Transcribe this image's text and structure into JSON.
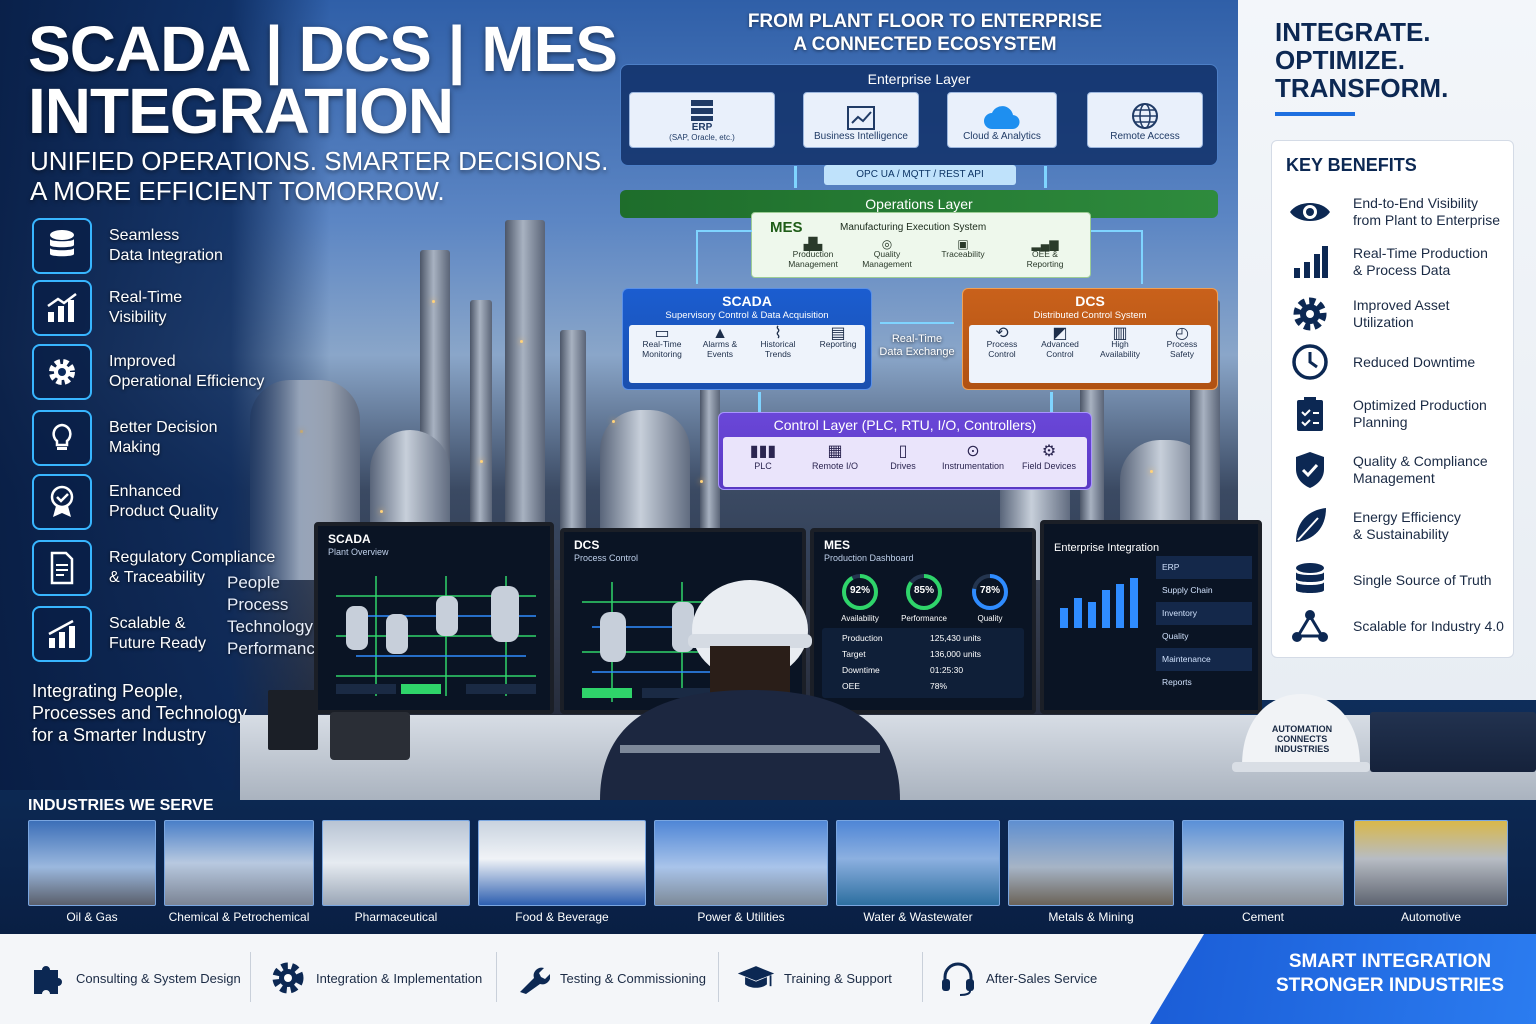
{
  "header": {
    "title_line1": "SCADA | DCS | MES",
    "title_line2": "INTEGRATION",
    "subtitle_line1": "UNIFIED OPERATIONS. SMARTER DECISIONS.",
    "subtitle_line2": "A MORE EFFICIENT TOMORROW."
  },
  "features": [
    {
      "icon": "database-icon",
      "label": "Seamless\nData Integration"
    },
    {
      "icon": "chart-up-icon",
      "label": "Real-Time\nVisibility"
    },
    {
      "icon": "gear-icon",
      "label": "Improved\nOperational Efficiency"
    },
    {
      "icon": "lightbulb-icon",
      "label": "Better Decision\nMaking"
    },
    {
      "icon": "badge-icon",
      "label": "Enhanced\nProduct Quality"
    },
    {
      "icon": "document-icon",
      "label": "Regulatory Compliance\n& Traceability"
    },
    {
      "icon": "growth-icon",
      "label": "Scalable &\nFuture Ready"
    }
  ],
  "people_words": "People\nProcess\nTechnology\nPerformance",
  "tagline": "Integrating People,\nProcesses and Technology\nfor a Smarter Industry",
  "ecosystem": {
    "title_line1": "FROM PLANT FLOOR TO ENTERPRISE",
    "title_line2": "A CONNECTED ECOSYSTEM",
    "enterprise_layer": "Enterprise Layer",
    "enterprise_items": [
      {
        "label": "ERP",
        "note": "(SAP, Oracle, etc.)"
      },
      {
        "label": "Business Intelligence"
      },
      {
        "label": "Cloud & Analytics"
      },
      {
        "label": "Remote Access"
      }
    ],
    "protocols": "OPC UA / MQTT / REST API",
    "operations_layer": "Operations Layer",
    "mes": {
      "title": "MES",
      "subtitle": "Manufacturing Execution System",
      "items": [
        "Production\nManagement",
        "Quality\nManagement",
        "Traceability",
        "OEE &\nReporting"
      ]
    },
    "scada": {
      "title": "SCADA",
      "subtitle": "Supervisory Control & Data Acquisition",
      "items": [
        "Real-Time\nMonitoring",
        "Alarms &\nEvents",
        "Historical\nTrends",
        "Reporting"
      ]
    },
    "realtime": "Real-Time\nData Exchange",
    "dcs": {
      "title": "DCS",
      "subtitle": "Distributed Control System",
      "items": [
        "Process\nControl",
        "Advanced\nControl",
        "High\nAvailability",
        "Process\nSafety"
      ]
    },
    "control_layer": "Control Layer (PLC, RTU, I/O, Controllers)",
    "control_items": [
      "PLC",
      "Remote I/O",
      "Drives",
      "Instrumentation",
      "Field Devices"
    ]
  },
  "monitors": {
    "scada": {
      "title": "SCADA",
      "subtitle": "Plant Overview"
    },
    "dcs": {
      "title": "DCS",
      "subtitle": "Process Control"
    },
    "mes": {
      "title": "MES",
      "subtitle": "Production Dashboard",
      "gauges": [
        {
          "value": "92%",
          "label": "Availability",
          "fraction": 0.92
        },
        {
          "value": "85%",
          "label": "Performance",
          "fraction": 0.85
        },
        {
          "value": "78%",
          "label": "Quality",
          "fraction": 0.78
        }
      ],
      "rows": [
        {
          "label": "Production",
          "value": "125,430 units"
        },
        {
          "label": "Target",
          "value": "136,000 units"
        },
        {
          "label": "Downtime",
          "value": "01:25:30"
        },
        {
          "label": "OEE",
          "value": "78%"
        }
      ]
    },
    "enterprise": {
      "title": "Enterprise Integration",
      "menu": [
        "ERP",
        "Supply Chain",
        "Inventory",
        "Quality",
        "Maintenance",
        "Reports"
      ]
    }
  },
  "helmet_text": "AUTOMATION\nCONNECTS\nINDUSTRIES",
  "right_panel": {
    "title_line1": "INTEGRATE.",
    "title_line2": "OPTIMIZE.",
    "title_line3": "TRANSFORM.",
    "benefits_title": "KEY BENEFITS",
    "benefits": [
      {
        "icon": "eye-icon",
        "label": "End-to-End Visibility\nfrom Plant to Enterprise"
      },
      {
        "icon": "bar-chart-icon",
        "label": "Real-Time Production\n& Process Data"
      },
      {
        "icon": "gear-icon",
        "label": "Improved Asset\nUtilization"
      },
      {
        "icon": "clock-icon",
        "label": "Reduced Downtime"
      },
      {
        "icon": "clipboard-icon",
        "label": "Optimized Production\nPlanning"
      },
      {
        "icon": "shield-check-icon",
        "label": "Quality & Compliance\nManagement"
      },
      {
        "icon": "leaf-icon",
        "label": "Energy Efficiency\n& Sustainability"
      },
      {
        "icon": "database-icon",
        "label": "Single Source of Truth"
      },
      {
        "icon": "network-icon",
        "label": "Scalable for Industry 4.0"
      }
    ]
  },
  "industries_title": "INDUSTRIES WE SERVE",
  "industries": [
    "Oil & Gas",
    "Chemical & Petrochemical",
    "Pharmaceutical",
    "Food & Beverage",
    "Power & Utilities",
    "Water & Wastewater",
    "Metals & Mining",
    "Cement",
    "Automotive"
  ],
  "services": [
    {
      "icon": "puzzle-icon",
      "label": "Consulting & System Design"
    },
    {
      "icon": "gear-icon",
      "label": "Integration & Implementation"
    },
    {
      "icon": "wrench-icon",
      "label": "Testing & Commissioning"
    },
    {
      "icon": "graduation-cap-icon",
      "label": "Training & Support"
    },
    {
      "icon": "headset-icon",
      "label": "After-Sales Service"
    }
  ],
  "footer_brand": "SMART INTEGRATION\nSTRONGER INDUSTRIES",
  "colors": {
    "accent": "#38b6ff",
    "scada": "#1b5dd0",
    "dcs": "#c9611b",
    "control": "#6a47d8",
    "operations": "#2e8b3d",
    "navy": "#0c2853"
  }
}
